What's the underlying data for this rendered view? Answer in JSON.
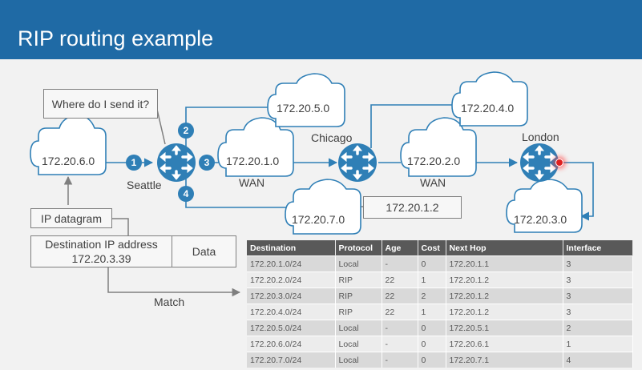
{
  "header": {
    "title": "RIP routing example"
  },
  "networks": {
    "n1": "172.20.1.0",
    "n2": "172.20.2.0",
    "n3": "172.20.3.0",
    "n4": "172.20.4.0",
    "n5": "172.20.5.0",
    "n6": "172.20.6.0",
    "n7": "172.20.7.0"
  },
  "routers": {
    "seattle": "Seattle",
    "chicago": "Chicago",
    "london": "London"
  },
  "links": {
    "wan1": "WAN",
    "wan2": "WAN",
    "nexthop": "172.20.1.2"
  },
  "interfaces": [
    "1",
    "2",
    "3",
    "4"
  ],
  "question": "Where do I send it?",
  "packet": {
    "label": "IP datagram",
    "dest_label": "Destination IP address",
    "dest_ip": "172.20.3.39",
    "data": "Data"
  },
  "match_label": "Match",
  "colors": {
    "header": "#1f6aa5",
    "router": "#2f7fb6",
    "badge": "#2f7fb6",
    "indicator": "#e02020"
  },
  "table": {
    "headers": [
      "Destination",
      "Protocol",
      "Age",
      "Cost",
      "Next Hop",
      "Interface"
    ],
    "rows": [
      [
        "172.20.1.0/24",
        "Local",
        "-",
        "0",
        "172.20.1.1",
        "3"
      ],
      [
        "172.20.2.0/24",
        "RIP",
        "22",
        "1",
        "172.20.1.2",
        "3"
      ],
      [
        "172.20.3.0/24",
        "RIP",
        "22",
        "2",
        "172.20.1.2",
        "3"
      ],
      [
        "172.20.4.0/24",
        "RIP",
        "22",
        "1",
        "172.20.1.2",
        "3"
      ],
      [
        "172.20.5.0/24",
        "Local",
        "-",
        "0",
        "172.20.5.1",
        "2"
      ],
      [
        "172.20.6.0/24",
        "Local",
        "-",
        "0",
        "172.20.6.1",
        "1"
      ],
      [
        "172.20.7.0/24",
        "Local",
        "-",
        "0",
        "172.20.7.1",
        "4"
      ]
    ]
  }
}
